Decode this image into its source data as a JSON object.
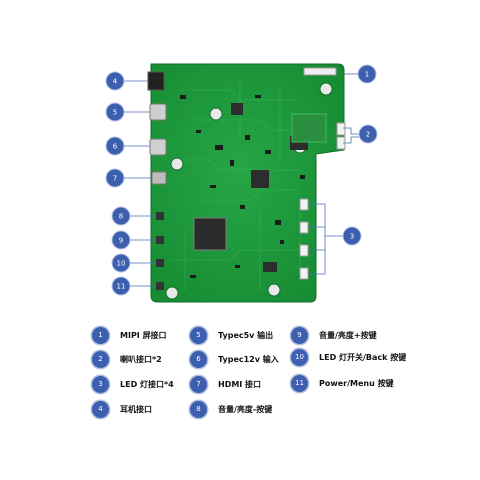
{
  "legend": [
    {
      "num": "1",
      "label": "MIPI 屏接口"
    },
    {
      "num": "2",
      "label": "喇叭接口*2"
    },
    {
      "num": "3",
      "label": "LED 灯接口*4"
    },
    {
      "num": "4",
      "label": "耳机接口"
    },
    {
      "num": "5",
      "label": "Typec5v 输出"
    },
    {
      "num": "6",
      "label": "Typec12v 输入"
    },
    {
      "num": "7",
      "label": "HDMI 接口"
    },
    {
      "num": "8",
      "label": "音量/亮度-按键"
    },
    {
      "num": "9",
      "label": "音量/亮度+按键"
    },
    {
      "num": "10",
      "label": "LED 灯开关/Back 按键"
    },
    {
      "num": "11",
      "label": "Power/Menu 按键"
    }
  ],
  "callouts": [
    "1",
    "2",
    "3",
    "4",
    "5",
    "6",
    "7",
    "8",
    "9",
    "10",
    "11"
  ],
  "colors": {
    "marker": "#3d5fb0",
    "board": "#1e9a3c",
    "line": "#4f6cb8"
  }
}
